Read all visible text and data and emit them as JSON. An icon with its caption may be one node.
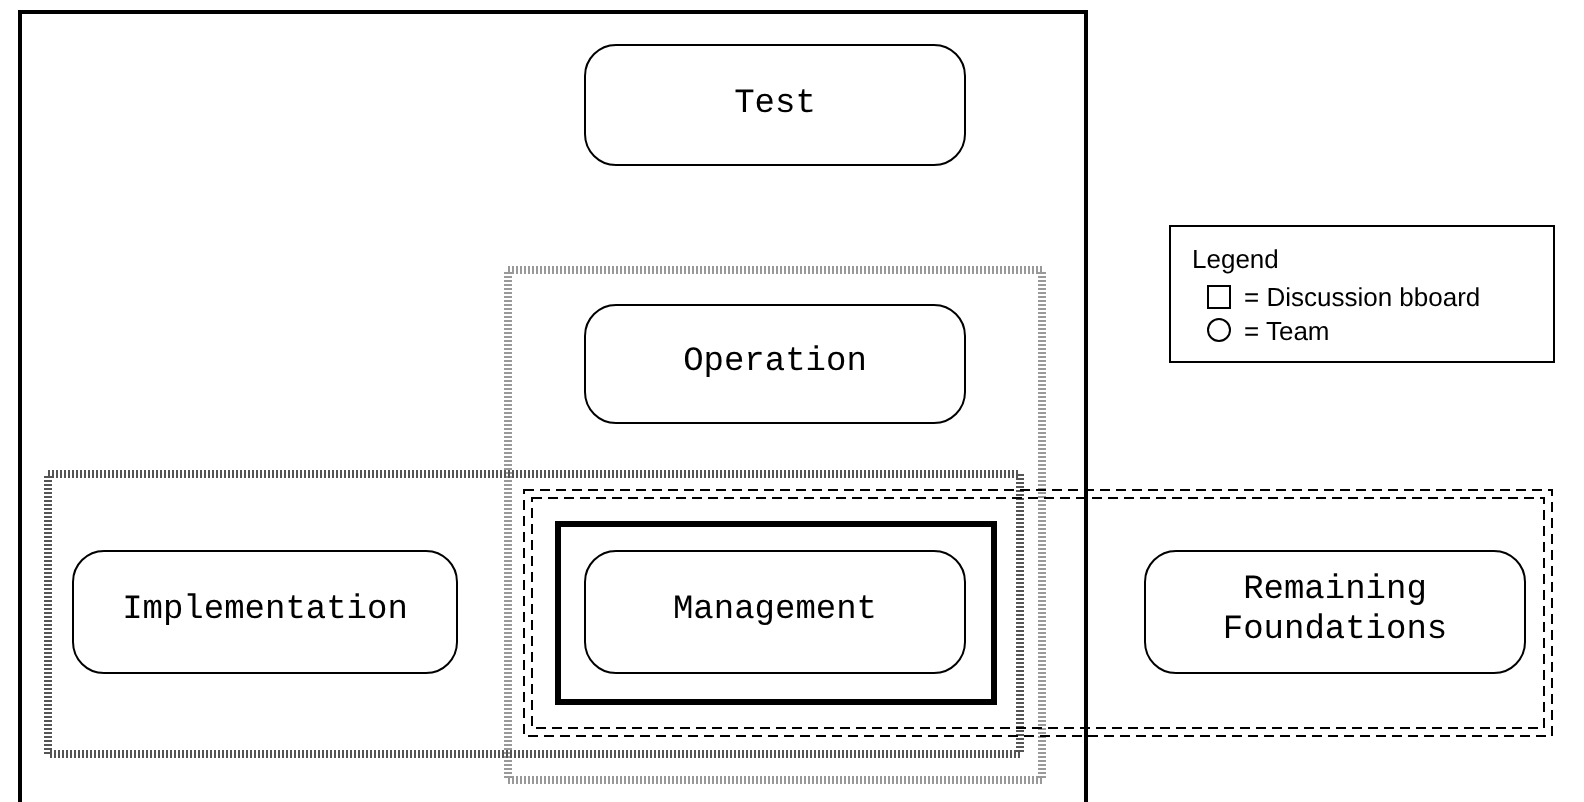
{
  "diagram": {
    "nodes": [
      {
        "text": [
          "Test"
        ]
      },
      {
        "text": [
          "Operation"
        ]
      },
      {
        "text": [
          "Implementation"
        ]
      },
      {
        "text": [
          "Management"
        ]
      },
      {
        "text": [
          "Remaining Foundations"
        ]
      }
    ],
    "labels": [
      "Legend"
    ],
    "legend": [
      {
        "text": "= Discussion bboard"
      },
      {
        "text": "= Team"
      }
    ]
  }
}
